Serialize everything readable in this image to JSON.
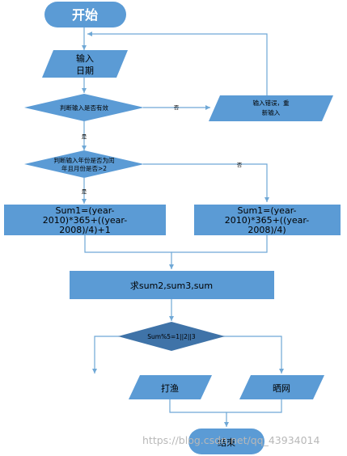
{
  "flowchart": {
    "start": "开始",
    "input_line1": "输入",
    "input_line2": "日期",
    "check_valid": "判断输入是否有效",
    "error_line1": "输入错误，重",
    "error_line2": "新输入",
    "check_leap_line1": "判断输入年份是否为闰",
    "check_leap_line2": "年且月份是否>2",
    "sum_left_line1": "Sum1=(year-",
    "sum_left_line2": "2010)*365+((year-",
    "sum_left_line3": "2008)/4)+1",
    "sum_right_line1": "Sum1=(year-",
    "sum_right_line2": "2010)*365+((year-",
    "sum_right_line3": "2008)/4)",
    "compute": "求sum2,sum3,sum",
    "check_mod": "Sum%5=1||2||3",
    "fishing": "打渔",
    "drying": "晒网",
    "end": "结束",
    "label_no_1": "否",
    "label_yes_1": "是",
    "label_no_2": "否",
    "label_yes_2": "是"
  },
  "watermark": "https://blog.csdn.net/qq_43934014",
  "colors": {
    "shape_fill": "#5b9bd5",
    "shape_dark": "#3f73a8",
    "line": "#6fa8d6",
    "text_white": "#ffffff"
  }
}
